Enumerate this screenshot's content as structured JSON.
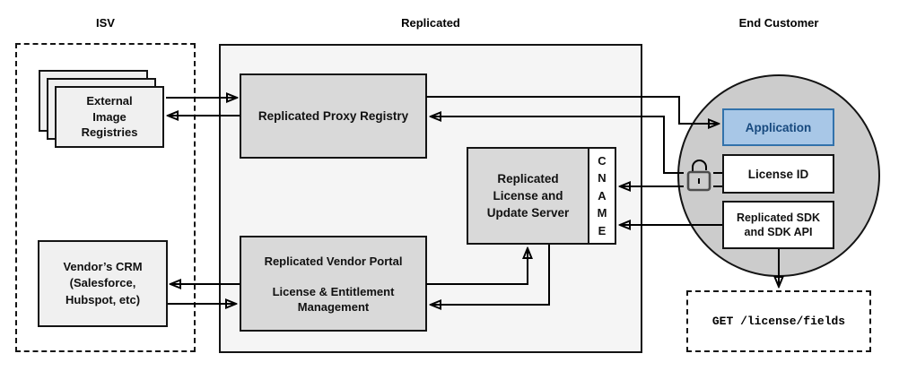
{
  "titles": {
    "isv": "ISV",
    "replicated": "Replicated",
    "end_customer": "End Customer"
  },
  "nodes": {
    "registries": {
      "lines": [
        "External",
        "Image",
        "Registries"
      ]
    },
    "crm": {
      "lines": [
        "Vendor’s CRM",
        "(Salesforce,",
        "Hubspot, etc)"
      ]
    },
    "proxy": {
      "label": "Replicated Proxy Registry"
    },
    "license_server": {
      "lines": [
        "Replicated",
        "License and",
        "Update Server"
      ]
    },
    "cname": {
      "letters": [
        "C",
        "N",
        "A",
        "M",
        "E"
      ]
    },
    "vendor_portal": {
      "line1": "Replicated Vendor Portal",
      "line2": "License & Entitlement",
      "line3": "Management"
    },
    "application": {
      "label": "Application"
    },
    "license_id": {
      "label": "License ID"
    },
    "sdk": {
      "lines": [
        "Replicated SDK",
        "and SDK API"
      ]
    },
    "api_call": {
      "label": "GET /license/fields"
    }
  },
  "icons": {
    "unlock": "open-padlock-icon"
  },
  "colors": {
    "outer_section_fill": "#f5f5f5",
    "node_gray_fill": "#d9d9d9",
    "node_light_fill": "#f0f0f0",
    "circle_fill": "#cccccc",
    "application_fill": "#a8c7e7",
    "application_border": "#3272ab",
    "application_text": "#17497e",
    "line_color": "#000000",
    "lock_color": "#4d4d4d"
  },
  "connections": [
    {
      "from": "external-image-registries",
      "to": "replicated-proxy-registry"
    },
    {
      "from": "replicated-proxy-registry",
      "to": "external-image-registries"
    },
    {
      "from": "vendors-crm",
      "to": "replicated-vendor-portal"
    },
    {
      "from": "replicated-vendor-portal",
      "to": "vendors-crm"
    },
    {
      "from": "replicated-proxy-registry",
      "to": "application"
    },
    {
      "from": "license-id",
      "to": "replicated-proxy-registry"
    },
    {
      "from": "license-id",
      "to": "cname"
    },
    {
      "from": "replicated-sdk",
      "to": "cname"
    },
    {
      "from": "replicated-vendor-portal",
      "to": "replicated-license-and-update-server"
    },
    {
      "from": "replicated-license-and-update-server",
      "to": "replicated-vendor-portal"
    },
    {
      "from": "replicated-sdk",
      "to": "get-license-fields"
    }
  ]
}
